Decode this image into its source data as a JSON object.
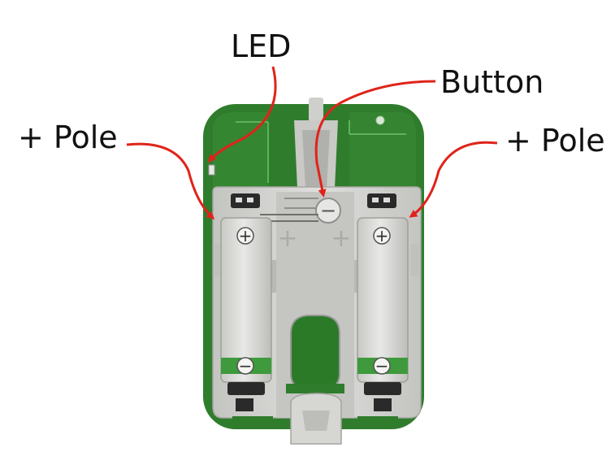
{
  "labels": {
    "led": "LED",
    "button": "Button",
    "pole_left": "+ Pole",
    "pole_right": "+ Pole"
  },
  "battery_signs": {
    "left_plus": "+",
    "left_minus": "−",
    "right_plus": "+",
    "right_minus": "−",
    "center_minus": "−",
    "center_plus_left": "+",
    "center_plus_right": "+"
  },
  "colors": {
    "pcb_green": "#2f7d2c",
    "pcb_dark": "#1f5f1e",
    "holder_grey": "#d3d3d1",
    "holder_shadow": "#b6b6b3",
    "stripe_green": "#3e9a3c",
    "arrow_red": "#e0231a"
  },
  "icons": {
    "arrow": "red-curved-arrow"
  }
}
